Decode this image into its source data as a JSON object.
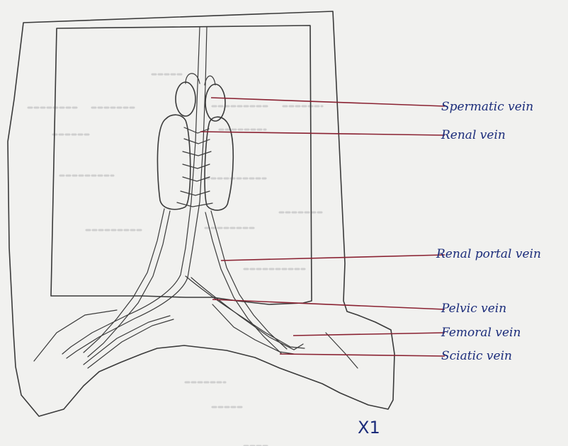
{
  "labels": {
    "spermatic_vein": "Spermatic vein",
    "renal_vein": "Renal vein",
    "renal_portal_vein": "Renal portal vein",
    "pelvic_vein": "Pelvic vein",
    "femoral_vein": "Femoral vein",
    "sciatic_vein": "Sciatic vein"
  },
  "magnification": "X1",
  "colors": {
    "ink": "#1b2c7a",
    "leader": "#8a2232",
    "pencil": "#3a3a3a",
    "paper": "#f1f1ef"
  }
}
